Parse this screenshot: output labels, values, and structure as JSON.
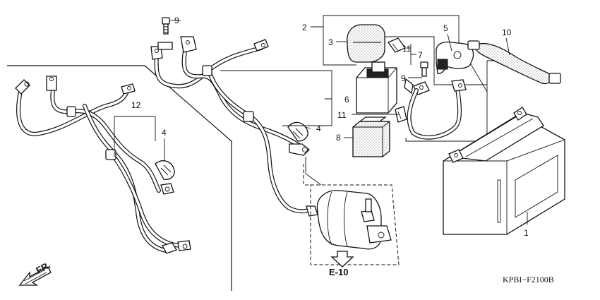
{
  "callouts": {
    "c1": "1",
    "c2": "2",
    "c3": "3",
    "c4a": "4",
    "c4b": "4",
    "c5": "5",
    "c6": "6",
    "c7": "7",
    "c8": "8",
    "c9a": "9",
    "c9b": "9",
    "c10": "10",
    "c11a": "11",
    "c11b": "11",
    "c12": "12"
  },
  "ref_label": "E-10",
  "front_label": "FR.",
  "diagram_code": "KPBI−F2100B"
}
